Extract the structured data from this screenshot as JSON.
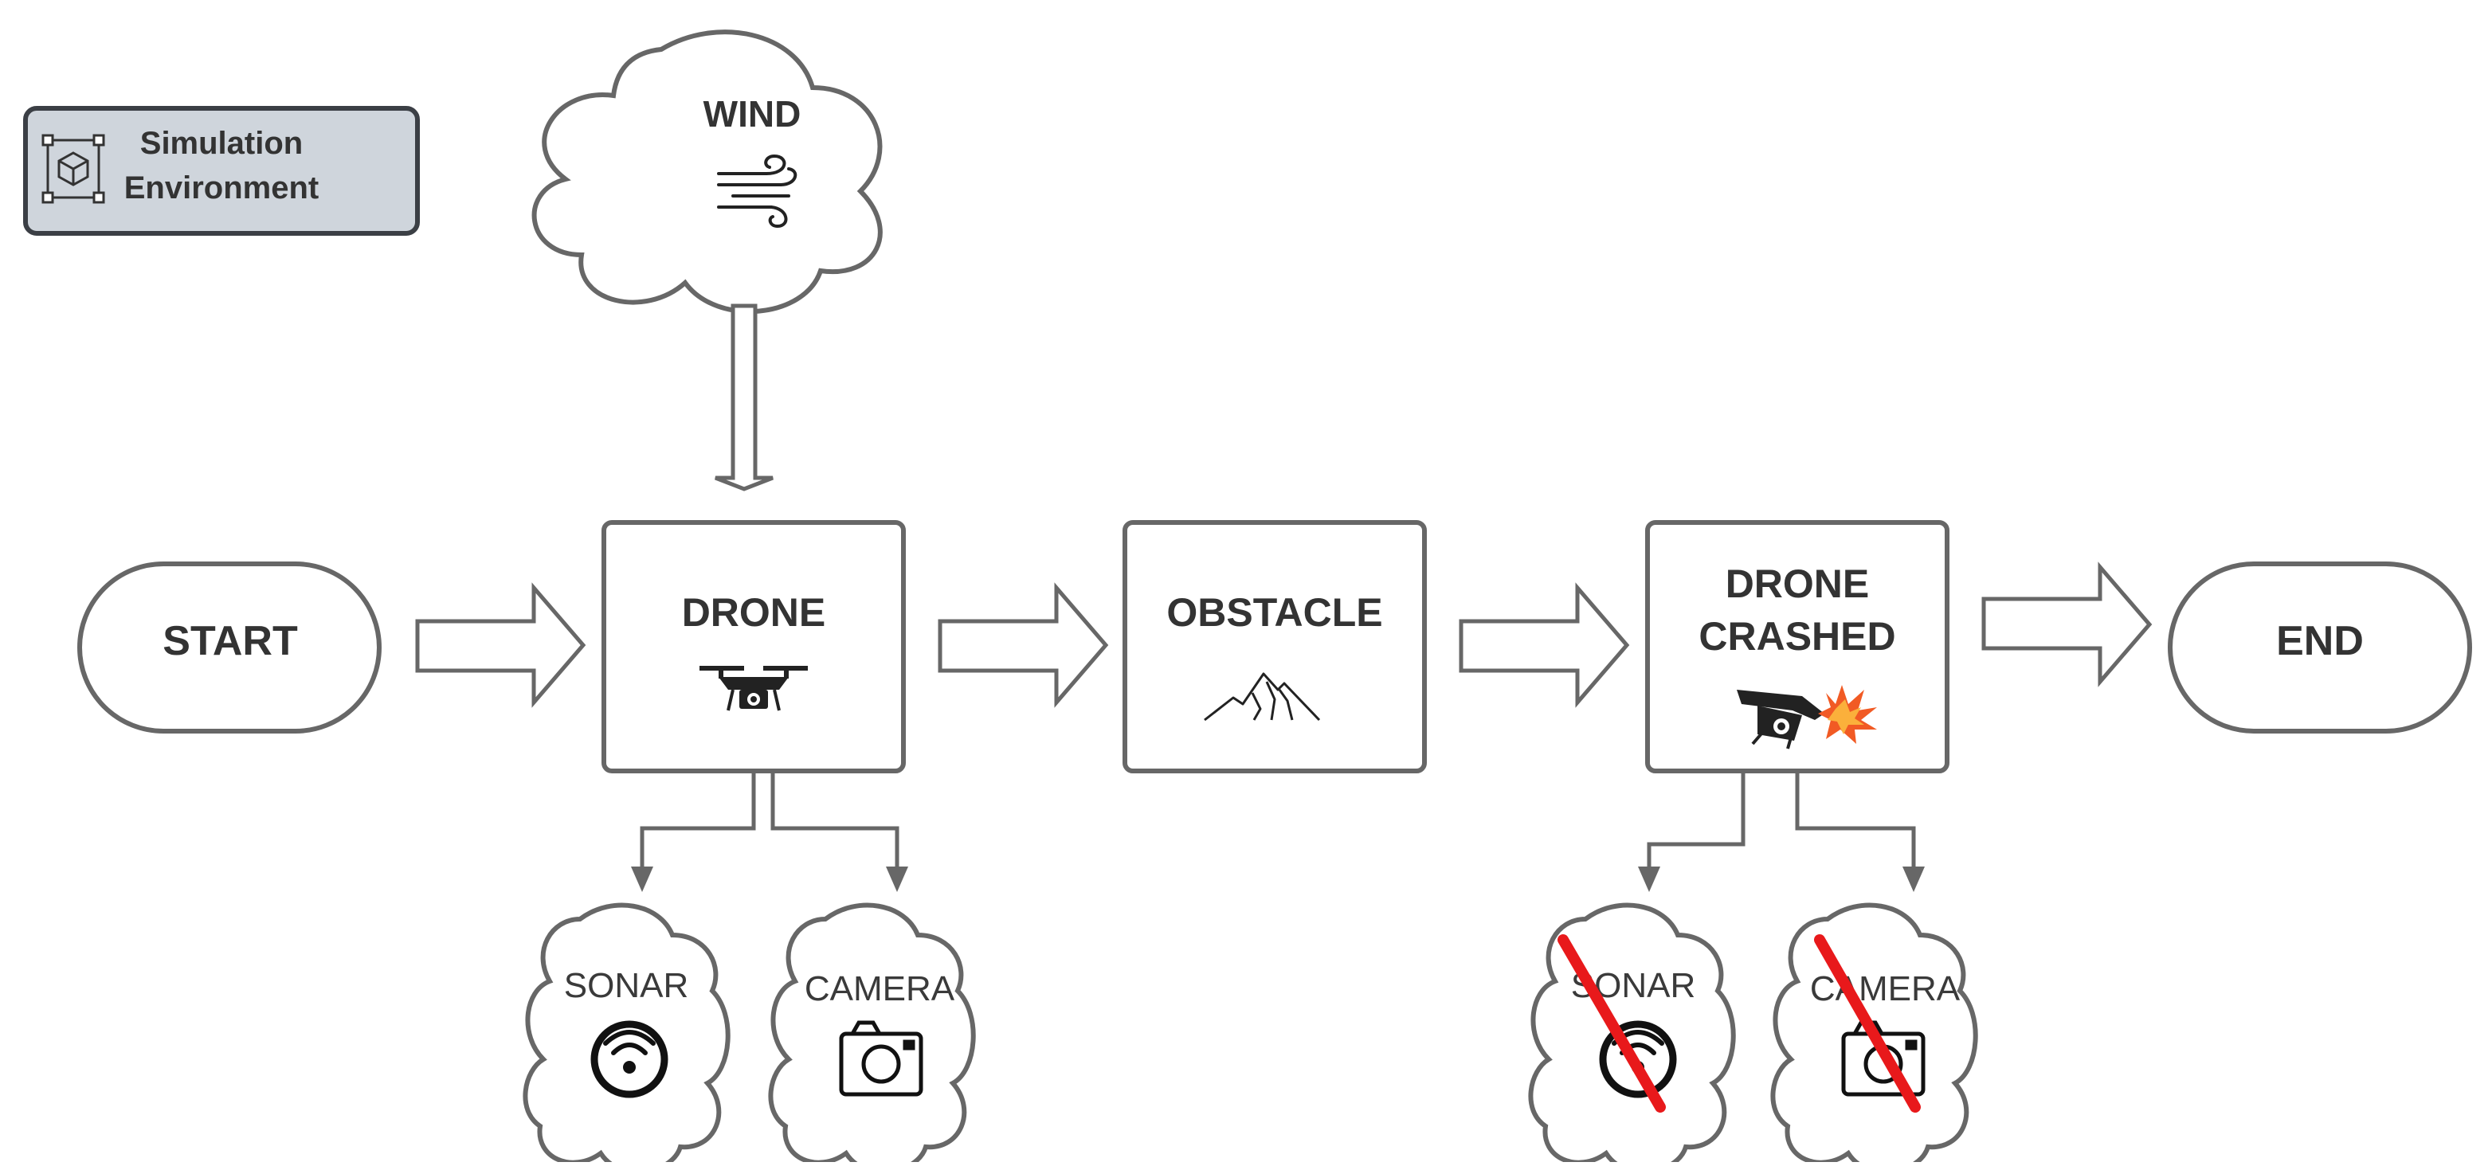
{
  "legend": {
    "line1": "Simulation",
    "line2": "Environment",
    "fill": "#cfd5dc",
    "stroke": "#3b3f45",
    "icon": "simulation-cube-icon"
  },
  "nodes": {
    "start": "START",
    "end": "END",
    "wind": "WIND",
    "drone": "DRONE",
    "obstacle": "OBSTACLE",
    "crashed_line1": "DRONE",
    "crashed_line2": "CRASHED"
  },
  "sensors": {
    "active": {
      "sonar": "SONAR",
      "camera": "CAMERA"
    },
    "failed": {
      "sonar": "SONAR",
      "camera": "CAMERA"
    }
  },
  "icons": {
    "wind": "wind-icon",
    "drone": "drone-icon",
    "obstacle": "mountain-icon",
    "crash": "crashed-drone-icon",
    "sonar": "sonar-icon",
    "camera": "camera-icon",
    "disabled_mark": "red-strike-icon"
  },
  "colors": {
    "stroke": "#676767",
    "text": "#333333",
    "strike": "#e8191b",
    "flame_outer": "#f15a24",
    "flame_inner": "#fbb03b"
  }
}
